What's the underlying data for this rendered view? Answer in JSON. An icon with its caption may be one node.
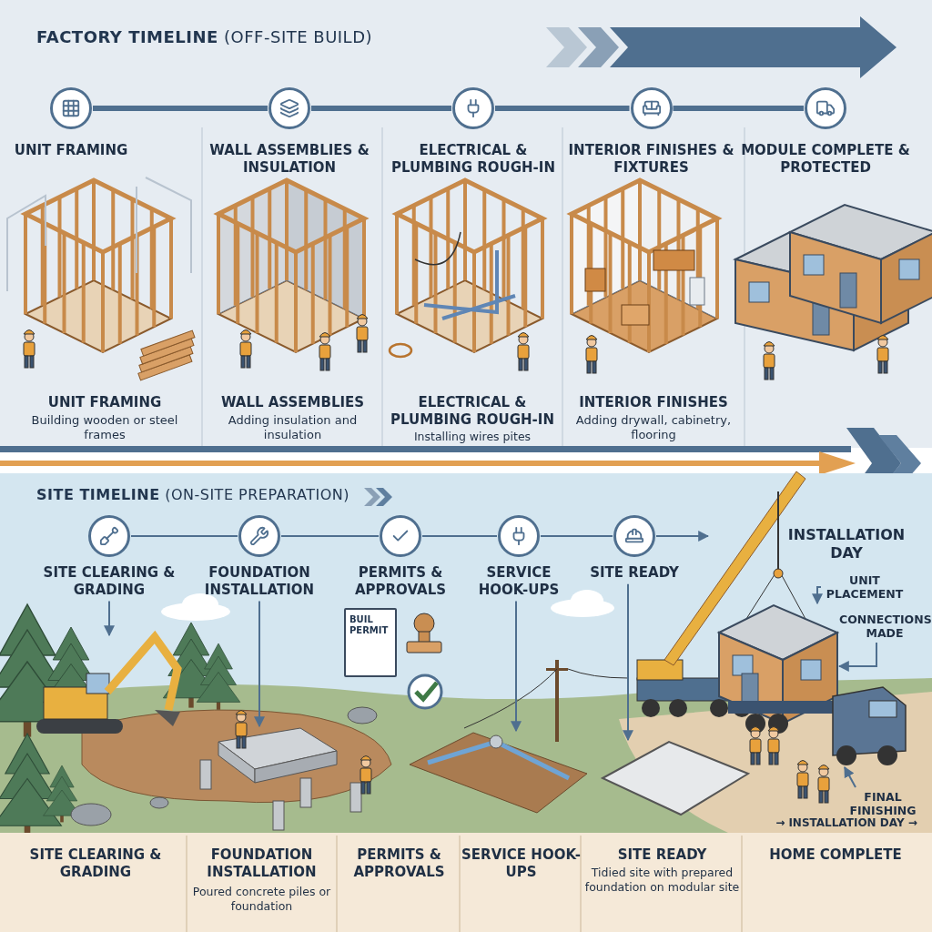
{
  "diagram": {
    "nodes": [
      {
        "text": [
          "UNIT FRAMING"
        ]
      },
      {
        "text": [
          "WALL ASSEMBLIES & INSULATION"
        ]
      },
      {
        "text": [
          "ELECTRICAL & PLUMBING ROUGH-IN"
        ]
      },
      {
        "text": [
          "INTERIOR FINISHES & FIXTURES"
        ]
      },
      {
        "text": [
          "MODULE COMPLETE & PROTECTED"
        ]
      },
      {
        "text": [
          "SITE CLEARING & GRADING"
        ]
      },
      {
        "text": [
          "FOUNDATION INSTALLATION"
        ]
      },
      {
        "text": [
          "PERMITS & APPROVALS"
        ]
      },
      {
        "text": [
          "SERVICE HOOK-UPS"
        ]
      },
      {
        "text": [
          "SITE READY"
        ]
      },
      {
        "text": [
          "UNIT PLACEMENT"
        ]
      },
      {
        "text": [
          "CONNECTIONS MADE"
        ]
      },
      {
        "text": [
          "FINAL FINISHING"
        ]
      },
      {
        "text": [],
        "shape": "picture"
      },
      {
        "text": [],
        "shape": "picture"
      },
      {
        "text": [],
        "shape": "picture"
      },
      {
        "text": [],
        "shape": "picture"
      },
      {
        "text": [],
        "shape": "picture"
      },
      {
        "text": [],
        "shape": "picture"
      }
    ],
    "edges": [
      {
        "from": 0,
        "to": 1,
        "arrow": "none",
        "style": "thick"
      },
      {
        "from": 1,
        "to": 2,
        "arrow": "none",
        "style": "thick"
      },
      {
        "from": 2,
        "to": 3,
        "arrow": "none",
        "style": "thick"
      },
      {
        "from": 3,
        "to": 4,
        "arrow": "none",
        "style": "thick"
      },
      {
        "from": 5,
        "to": 6,
        "arrow": "none"
      },
      {
        "from": 6,
        "to": 7,
        "arrow": "none"
      },
      {
        "from": 7,
        "to": 8,
        "arrow": "none"
      },
      {
        "from": 8,
        "to": 9,
        "arrow": "none"
      },
      {
        "from": 9,
        "to": null,
        "arrow": "to"
      },
      {
        "from": 5,
        "to": 13,
        "arrow": "to"
      },
      {
        "from": 6,
        "to": 14,
        "arrow": "to"
      },
      {
        "from": 8,
        "to": 15,
        "arrow": "to"
      },
      {
        "from": 9,
        "to": 16,
        "arrow": "to"
      },
      {
        "from": 10,
        "to": 17,
        "arrow": "to"
      },
      {
        "from": 11,
        "to": 17,
        "arrow": "to"
      },
      {
        "from": 12,
        "to": 18,
        "arrow": "to"
      }
    ],
    "labels": [
      "**FACTORY TIMELINE** (OFF-SITE BUILD)",
      "UNIT FRAMING",
      "Building wooden or steel frames",
      "WALL ASSEMBLIES",
      "Adding insulation and insulation",
      "ELECTRICAL & PLUMBING ROUGH-IN",
      "Installing wires pites",
      "INTERIOR FINISHES",
      "Adding drywall, cabinetry, flooring",
      "**SITE TIMELINE** (ON-SITE PREPARATION)",
      "INSTALLATION DAY",
      "BUIL PERMIT",
      "→ INSTALLATION DAY →",
      "SITE CLEARING & GRADING",
      "FOUNDATION INSTALLATION",
      "Poured concrete piles or foundation",
      "PERMITS & APPROVALS",
      "SERVICE HOOK-UPS",
      "SITE READY",
      "Tidied site with prepared foundation on modular site",
      "HOME COMPLETE"
    ]
  }
}
